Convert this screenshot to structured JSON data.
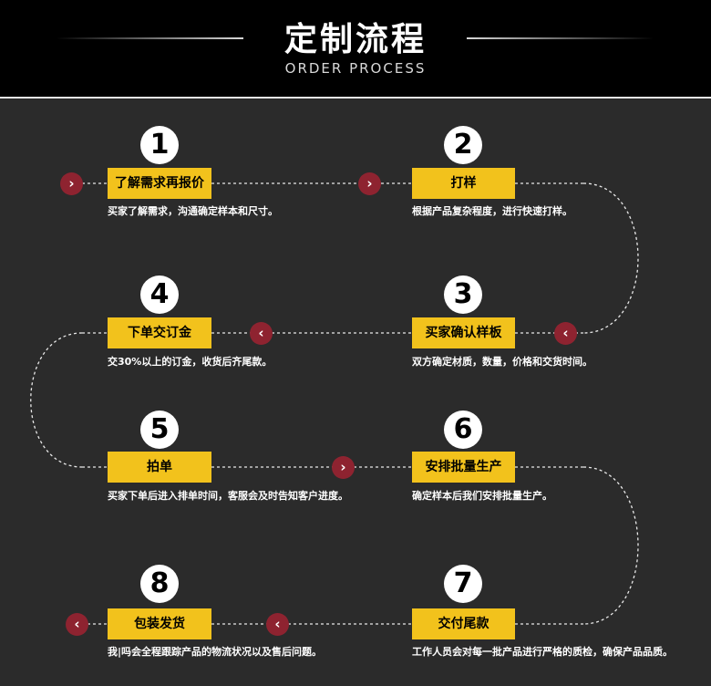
{
  "header": {
    "title": "定制流程",
    "subtitle": "ORDER PROCESS"
  },
  "steps": [
    {
      "number": "1",
      "label": "了解需求再报价",
      "desc": "买家了解需求，沟通确定样本和尺寸。"
    },
    {
      "number": "2",
      "label": "打样",
      "desc": "根据产品复杂程度，进行快速打样。"
    },
    {
      "number": "3",
      "label": "买家确认样板",
      "desc": "双方确定材质，数量，价格和交货时间。"
    },
    {
      "number": "4",
      "label": "下单交订金",
      "desc": "交30%以上的订金，收货后齐尾款。"
    },
    {
      "number": "5",
      "label": "拍单",
      "desc": "买家下单后进入排单时间，客服会及时告知客户进度。"
    },
    {
      "number": "6",
      "label": "安排批量生产",
      "desc": "确定样本后我们安排批量生产。"
    },
    {
      "number": "7",
      "label": "交付尾款",
      "desc": "工作人员会对每一批产品进行严格的质检，确保产品品质。"
    },
    {
      "number": "8",
      "label": "包装发货",
      "desc": "我|吗会全程跟踪产品的物流状况以及售后问题。"
    }
  ],
  "icons": {
    "right": "›",
    "left": "‹"
  },
  "colors": {
    "accent": "#f2c21c",
    "arrow": "#8e2330",
    "header_bg": "#000000",
    "body_bg": "#2b2b2b"
  }
}
